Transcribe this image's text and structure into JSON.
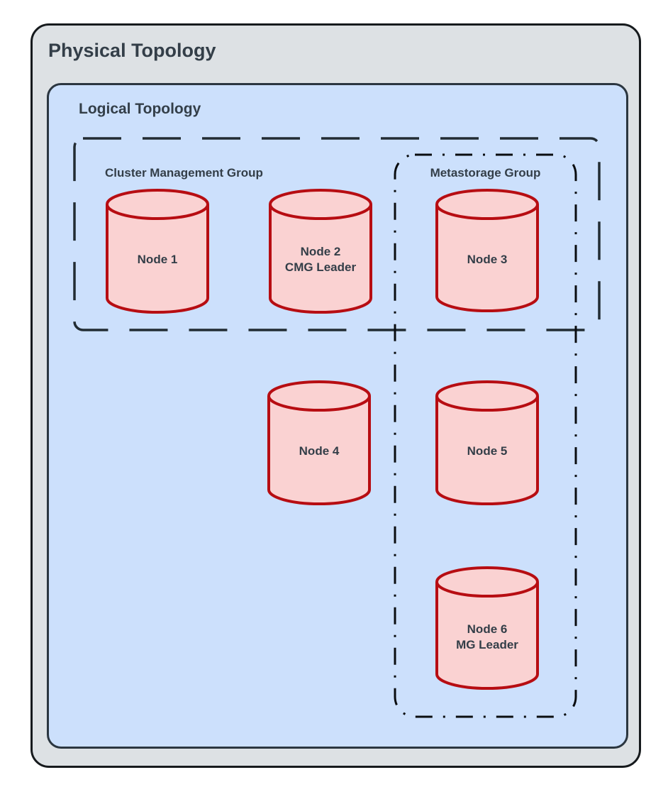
{
  "diagram": {
    "physical": {
      "title": "Physical Topology"
    },
    "logical": {
      "title": "Logical Topology"
    },
    "groups": [
      {
        "id": "cluster-management-group",
        "label": "Cluster Management Group",
        "border_style": "dashed"
      },
      {
        "id": "metastorage-group",
        "label": "Metastorage Group",
        "border_style": "dash-dot"
      }
    ],
    "nodes": [
      {
        "id": "node-1",
        "label": "Node 1",
        "groups": [
          "cluster-management-group"
        ]
      },
      {
        "id": "node-2",
        "label": "Node 2",
        "sublabel": "CMG Leader",
        "groups": [
          "cluster-management-group"
        ]
      },
      {
        "id": "node-3",
        "label": "Node 3",
        "groups": [
          "cluster-management-group",
          "metastorage-group"
        ]
      },
      {
        "id": "node-4",
        "label": "Node 4",
        "groups": []
      },
      {
        "id": "node-5",
        "label": "Node 5",
        "groups": [
          "metastorage-group"
        ]
      },
      {
        "id": "node-6",
        "label": "Node 6",
        "sublabel": "MG Leader",
        "groups": [
          "metastorage-group"
        ]
      }
    ]
  },
  "colors": {
    "node_fill": "#fad2d2",
    "node_stroke": "#b70d12",
    "cmg_border": "#222c33",
    "mg_border": "#0a0d10",
    "physical_fill": "#dde1e4",
    "physical_border": "#161a1d",
    "logical_fill": "#cce0fc",
    "logical_border": "#2b3640",
    "text": "#333e48"
  }
}
